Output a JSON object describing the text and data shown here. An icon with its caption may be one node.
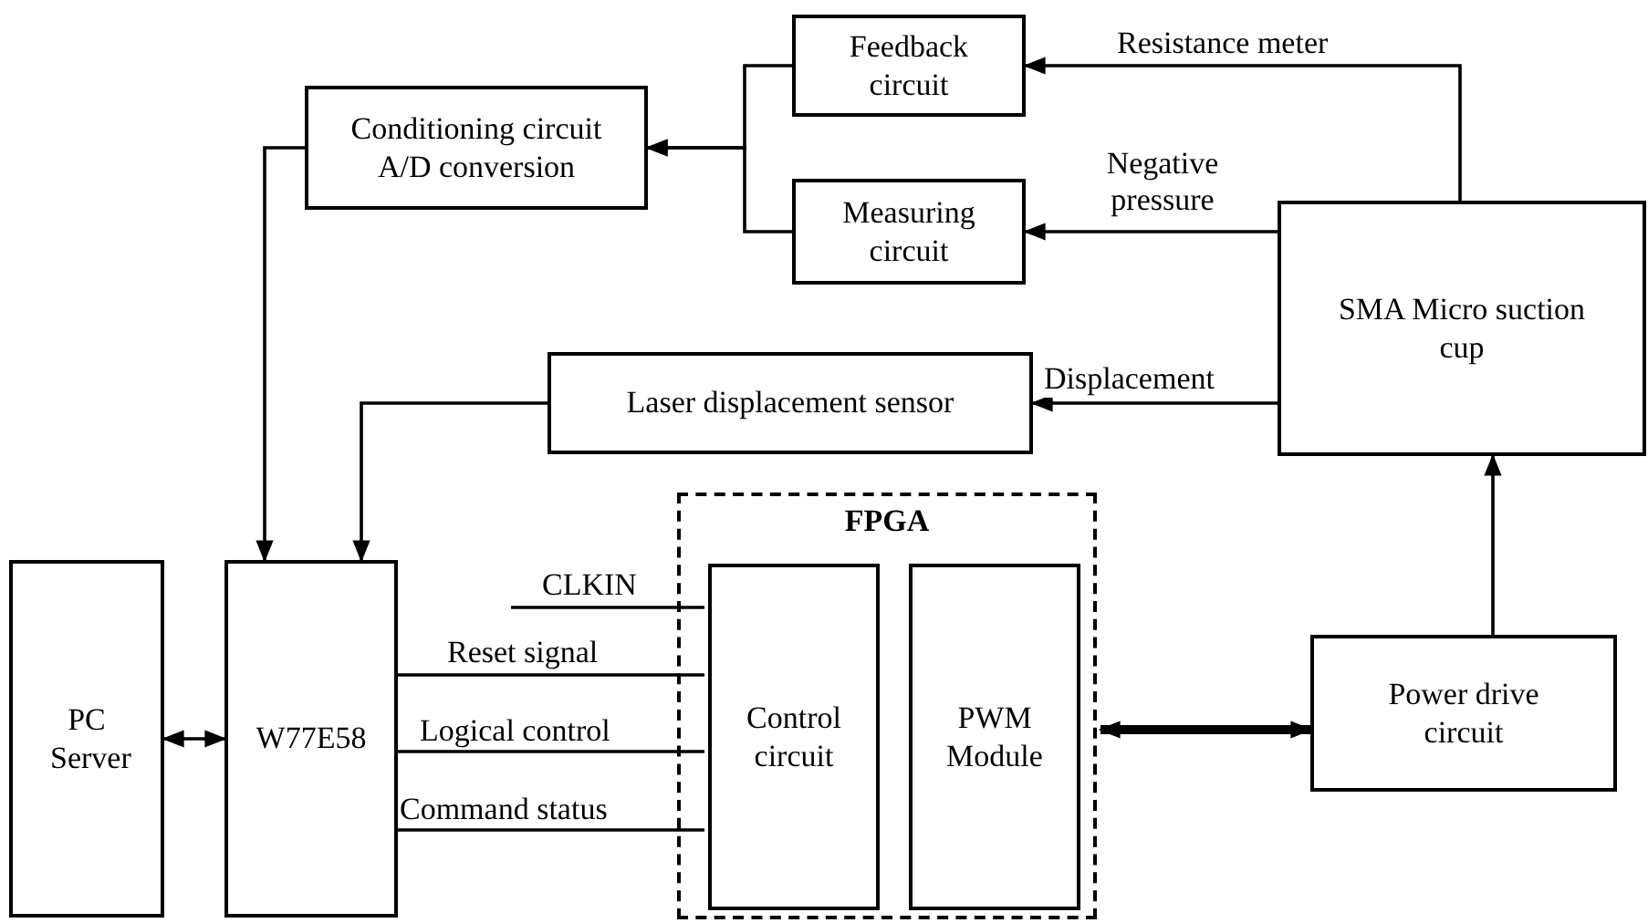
{
  "diagram": {
    "nodes": [
      {
        "text": [
          "Feedback circuit"
        ]
      },
      {
        "text": [
          "Conditioning circuit A/D conversion"
        ]
      },
      {
        "text": [
          "Measuring circuit"
        ]
      },
      {
        "text": [
          "SMA Micro suction cup"
        ]
      },
      {
        "text": [
          "Laser displacement sensor"
        ]
      },
      {
        "text": [
          "PC Server"
        ]
      },
      {
        "text": [
          "W77E58"
        ]
      },
      {
        "text": [
          "FPGA"
        ]
      },
      {
        "text": [
          "Control circuit"
        ],
        "in": 7
      },
      {
        "text": [
          "PWM Module"
        ],
        "in": 7
      },
      {
        "text": [
          "Power drive circuit"
        ]
      }
    ],
    "edges": [
      {
        "from": 0,
        "to": 1,
        "arrow": "to"
      },
      {
        "from": 2,
        "to": 1,
        "arrow": "to"
      },
      {
        "from": 3,
        "to": 0,
        "arrow": "to",
        "label": "Resistance meter"
      },
      {
        "from": 3,
        "to": 2,
        "arrow": "to",
        "label": "Negative pressure"
      },
      {
        "from": 3,
        "to": 4,
        "arrow": "to",
        "label": "Displacement"
      },
      {
        "from": 1,
        "to": 6,
        "arrow": "to"
      },
      {
        "from": 4,
        "to": 6,
        "arrow": "to"
      },
      {
        "from": 5,
        "to": 6,
        "arrow": "both"
      },
      {
        "from": null,
        "to": 8,
        "arrow": "none",
        "label": "CLKIN"
      },
      {
        "from": 6,
        "to": 8,
        "arrow": "none",
        "label": "Reset signal"
      },
      {
        "from": 6,
        "to": 8,
        "arrow": "none",
        "label": "Logical control"
      },
      {
        "from": 6,
        "to": 8,
        "arrow": "none",
        "label": "Command status"
      },
      {
        "from": 7,
        "to": 10,
        "arrow": "both",
        "style": "thick"
      },
      {
        "from": 10,
        "to": 3,
        "arrow": "to"
      }
    ]
  }
}
